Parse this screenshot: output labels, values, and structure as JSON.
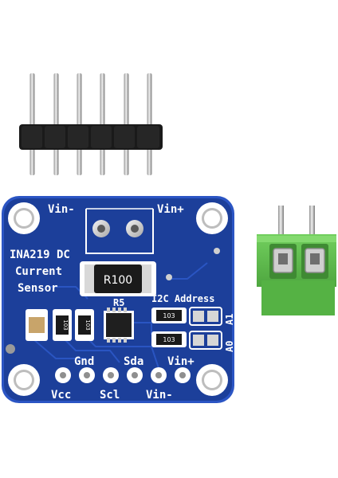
{
  "board": {
    "title_line1": "INA219 DC",
    "title_line2": "Current",
    "title_line3": "Sensor",
    "vin_minus_top": "Vin-",
    "vin_plus_top": "Vin+",
    "shunt_label": "R100",
    "r5_label": "R5",
    "i2c_label": "I2C Address",
    "a1_label": "A1",
    "a0_label": "A0",
    "smd_code": "103",
    "pins_top": [
      "Gnd",
      "Sda",
      "Vin+"
    ],
    "pins_bottom": [
      "Vcc",
      "Scl",
      "Vin-"
    ]
  },
  "colors": {
    "pcb": "#1c3f9a",
    "pcb_edge": "#2b55c4",
    "silkscreen": "#ffffff",
    "terminal": "#5fbf4f",
    "header_plastic": "#1a1a1a",
    "pin_metal": "#c9c9c9"
  }
}
